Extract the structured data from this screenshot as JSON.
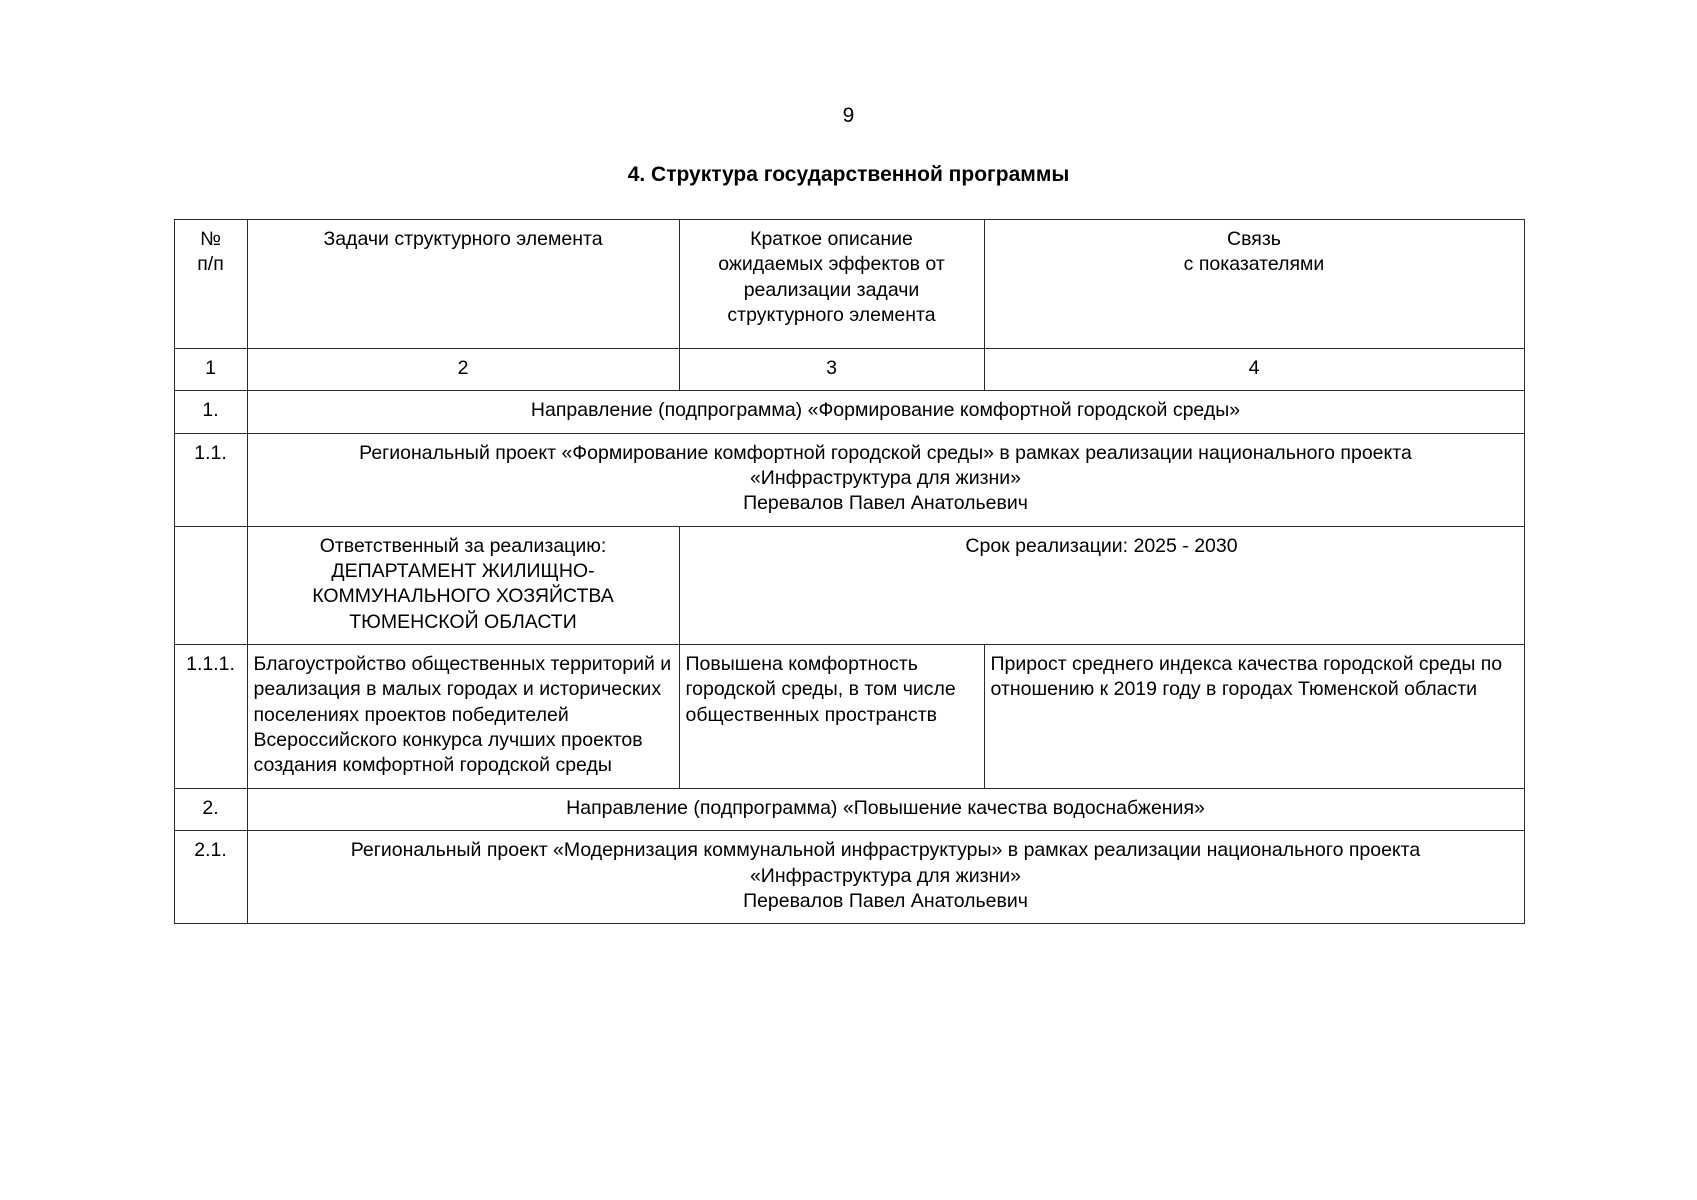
{
  "document": {
    "page_number": "9",
    "title": "4. Структура государственной программы"
  },
  "table": {
    "headers": {
      "col1": "№\nп/п",
      "col2": "Задачи структурного элемента",
      "col3": "Краткое описание\nожидаемых эффектов от\nреализации задачи\nструктурного элемента",
      "col4": "Связь\nс показателями"
    },
    "column_numbers": {
      "col1": "1",
      "col2": "2",
      "col3": "3",
      "col4": "4"
    },
    "rows": [
      {
        "number": "1.",
        "type": "section",
        "text": "Направление (подпрограмма) «Формирование комфортной городской среды»"
      },
      {
        "number": "1.1.",
        "type": "project",
        "text": "Региональный проект «Формирование комфортной городской среды» в рамках реализации национального проекта\n«Инфраструктура для жизни»\nПеревалов Павел Анатольевич"
      },
      {
        "number": "",
        "type": "responsible",
        "responsible": "Ответственный за реализацию:\nДЕПАРТАМЕНТ ЖИЛИЩНО-\nКОММУНАЛЬНОГО ХОЗЯЙСТВА\nТЮМЕНСКОЙ ОБЛАСТИ",
        "term": "Срок реализации: 2025 - 2030"
      },
      {
        "number": "1.1.1.",
        "type": "task",
        "task": "Благоустройство общественных территорий и реализация в малых городах и исторических поселениях проектов победителей Всероссийского конкурса лучших проектов создания комфортной городской среды",
        "effect": "Повышена комфортность городской среды, в том числе общественных пространств",
        "indicator": "Прирост среднего индекса качества городской среды по отношению к 2019 году в городах Тюменской области"
      },
      {
        "number": "2.",
        "type": "section",
        "text": "Направление (подпрограмма)  «Повышение качества водоснабжения»"
      },
      {
        "number": "2.1.",
        "type": "project",
        "text": "Региональный проект «Модернизация коммунальной инфраструктуры» в рамках реализации национального проекта\n«Инфраструктура для жизни»\nПеревалов Павел Анатольевич"
      }
    ]
  }
}
